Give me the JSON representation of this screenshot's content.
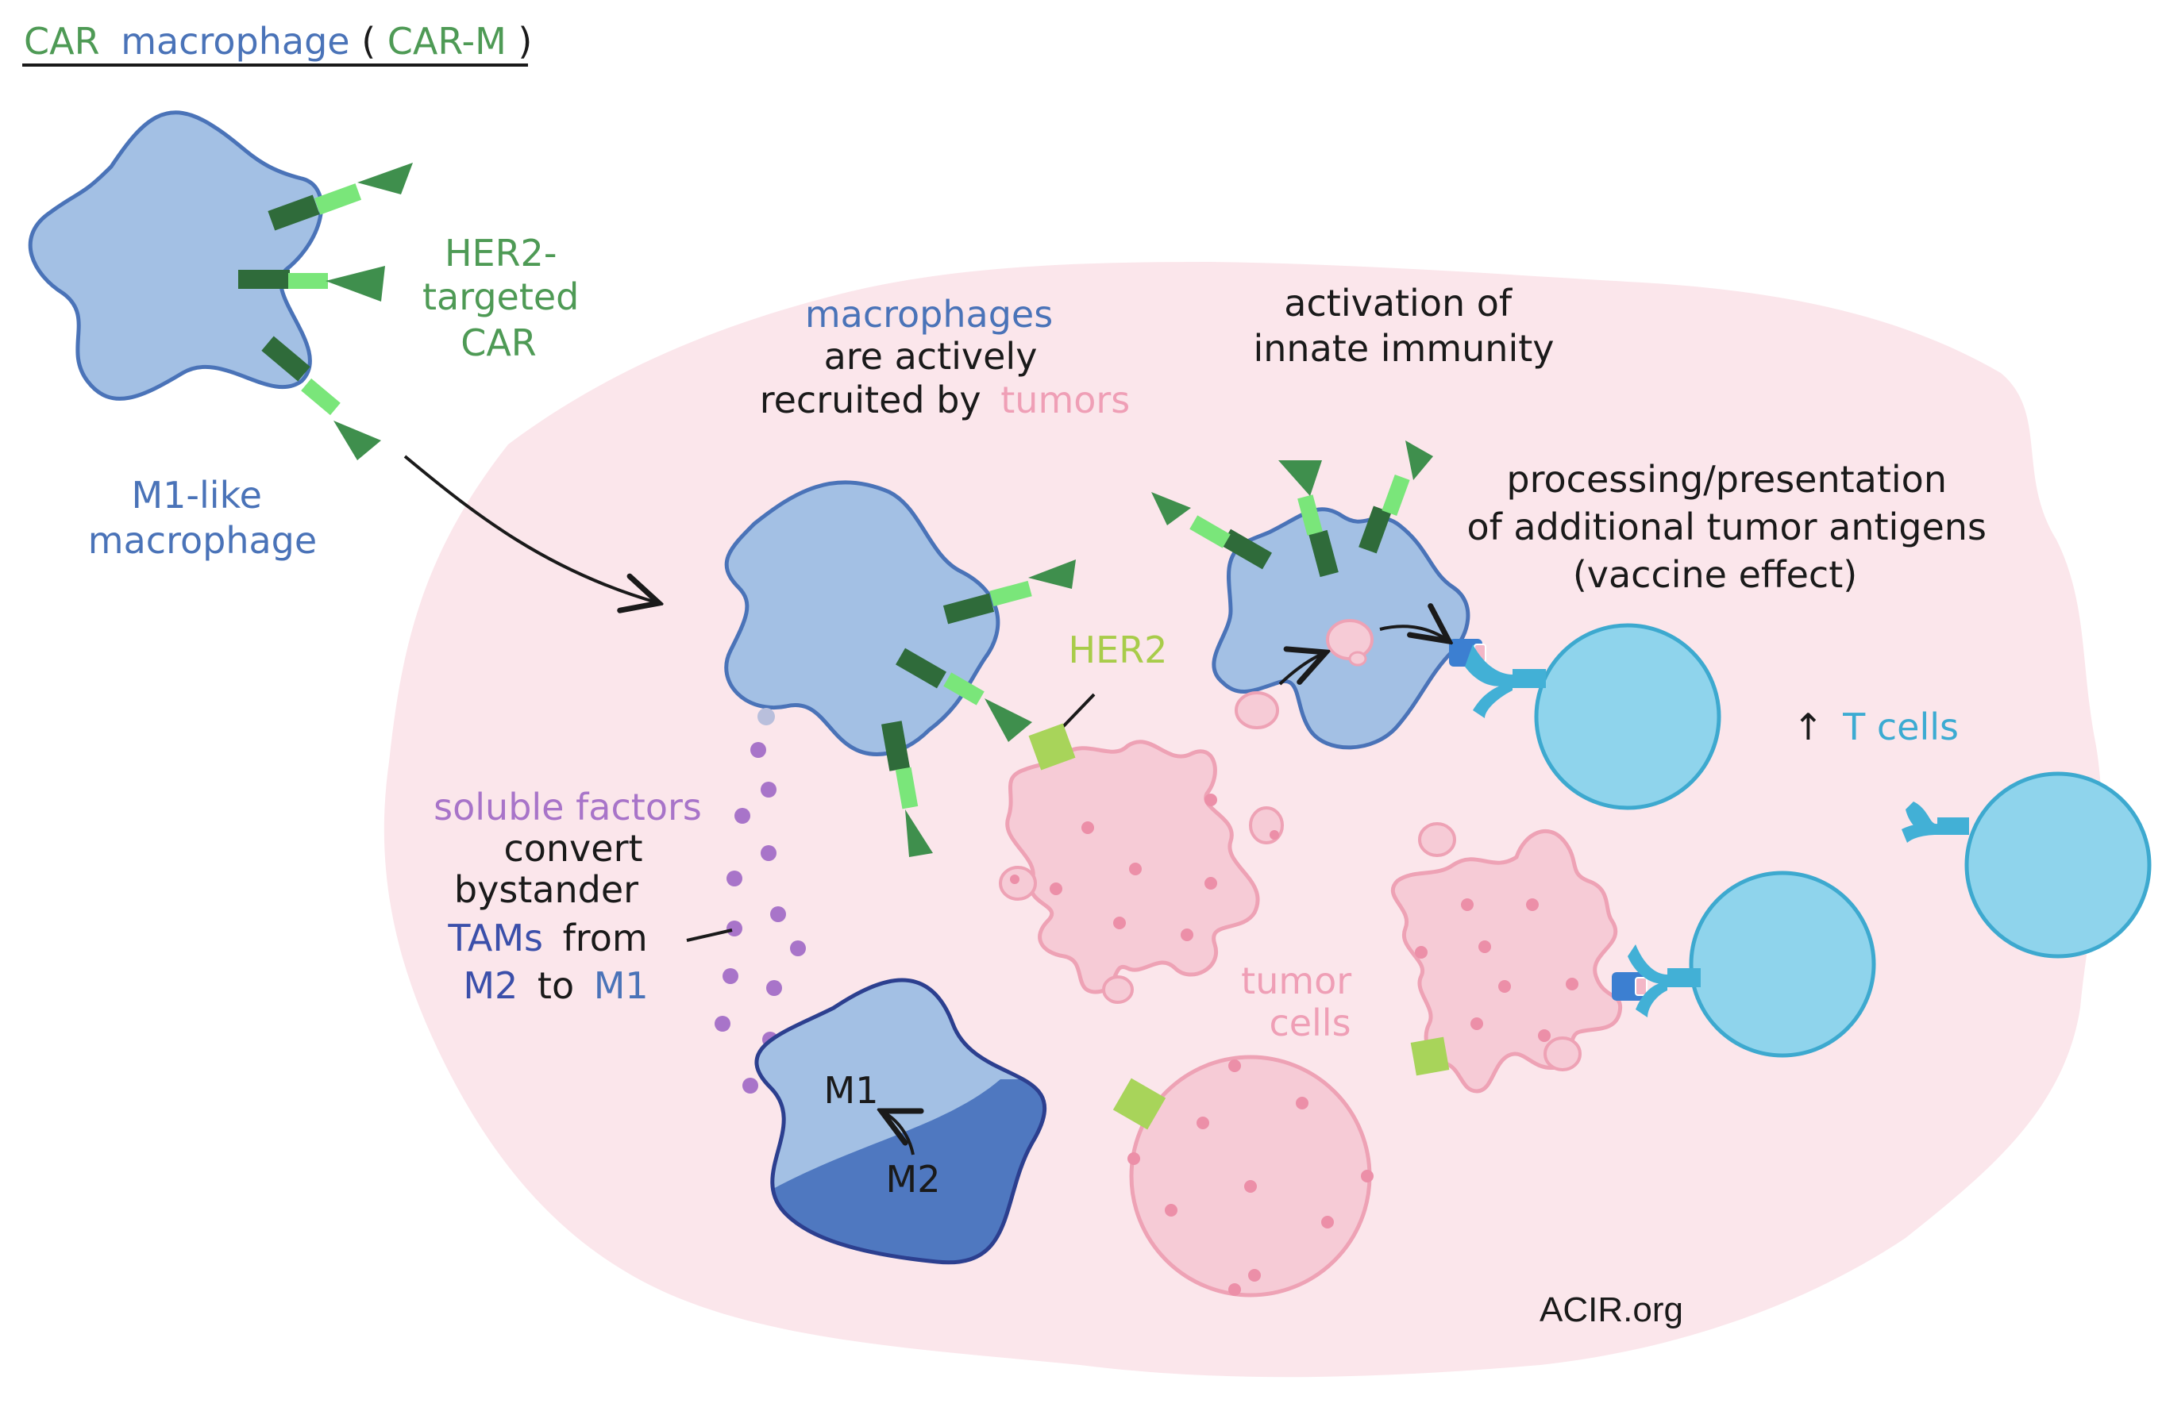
{
  "colors": {
    "macrophage_fill": "#a3c0e4",
    "macrophage_stroke": "#4a73b8",
    "m2_fill": "#4f78c0",
    "tme_fill": "#fbe6eb",
    "tumor_fill": "#f6cbd6",
    "tumor_stroke": "#eea2b5",
    "tumor_dot": "#ec8fa8",
    "car_dark": "#2f6b3a",
    "car_light": "#7ae67a",
    "car_head": "#3f8f4d",
    "her2": "#a8d45a",
    "tcell_fill": "#8fd4ec",
    "tcell_stroke": "#3da9cf",
    "tcr": "#42b0d6",
    "soluble": "#a874c9",
    "green_text": "#4e9a55",
    "blue_text": "#4a73b8",
    "navy_text": "#3b4faa",
    "pink_text": "#ef9fb6",
    "lime_text": "#a8cc4a",
    "cyan_text": "#3cabd2",
    "purple_text": "#a874c9",
    "black_text": "#1a1a1a"
  },
  "title": {
    "part1": "CAR",
    "part2": "macrophage",
    "part3": "(",
    "part4": "CAR-M",
    "part5": ")"
  },
  "labels": {
    "her2_car_line1": "HER2-",
    "her2_car_line2": "targeted",
    "her2_car_line3": "CAR",
    "m1like_line1": "M1-like",
    "m1like_line2": "macrophage",
    "recruit_line1": "macrophages",
    "recruit_line2": "are actively",
    "recruit_line3_a": "recruited by",
    "recruit_line3_b": "tumors",
    "innate_line1": "activation of",
    "innate_line2": "innate immunity",
    "processing_line1": "processing/presentation",
    "processing_line2": "of additional tumor antigens",
    "processing_line3": "(vaccine effect)",
    "her2": "HER2",
    "tcells_arrow": "↑",
    "tcells": "T cells",
    "soluble_line1": "soluble factors",
    "soluble_line2": "convert",
    "soluble_line3": "bystander",
    "soluble_line4_a": "TAMs",
    "soluble_line4_b": "from",
    "soluble_line5_a": "M2",
    "soluble_line5_b": "to",
    "soluble_line5_c": "M1",
    "m1": "M1",
    "m2": "M2",
    "tumor_cells_line1": "tumor",
    "tumor_cells_line2": "cells",
    "credit": "ACIR.org"
  }
}
